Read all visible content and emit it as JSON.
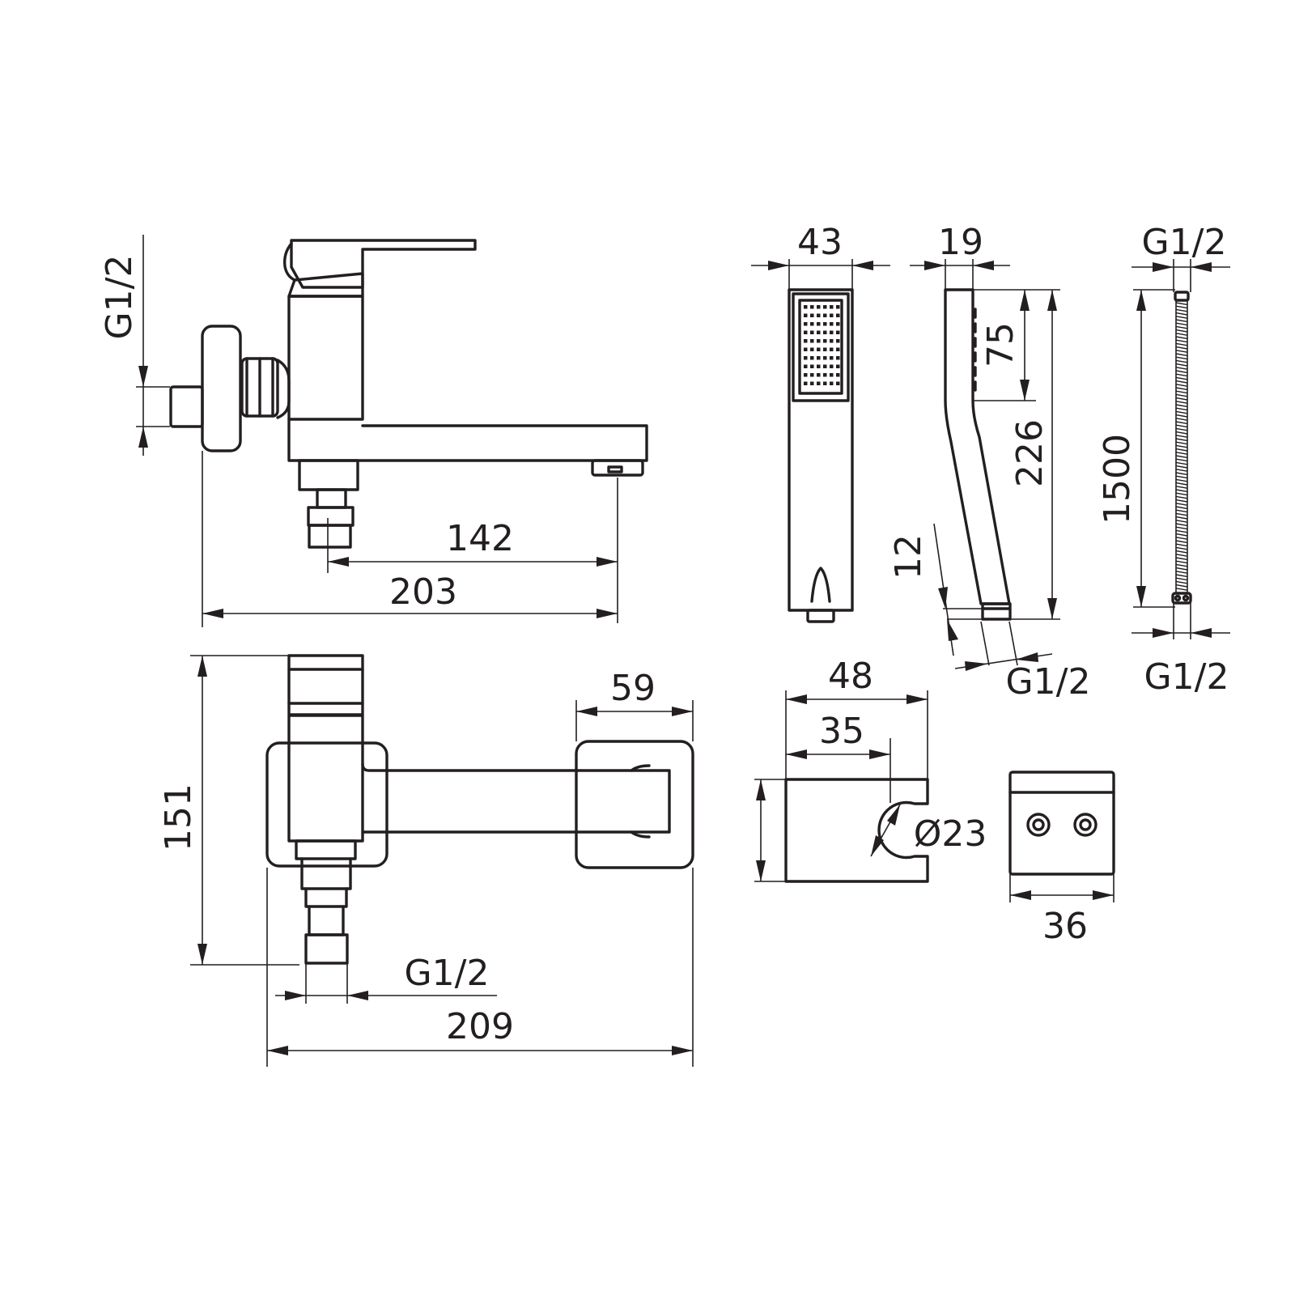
{
  "labels": {
    "thread_inlet_side": "G1/2",
    "spout_offset": "142",
    "total_depth_side": "203",
    "handshower_width": "43",
    "handshower_thickness": "19",
    "thread_hose_top": "G1/2",
    "spray_face_length": "75",
    "handshower_length": "226",
    "hose_length": "1500",
    "connector_length": "12",
    "thread_handshower": "G1/2",
    "thread_hose_bottom": "G1/2",
    "top_height": "151",
    "spout_width": "59",
    "thread_inlet_top": "G1/2",
    "total_width_top": "209",
    "holder_width": "48",
    "holder_offset": "35",
    "holder_diameter": "Ø23",
    "plate_width": "36"
  }
}
